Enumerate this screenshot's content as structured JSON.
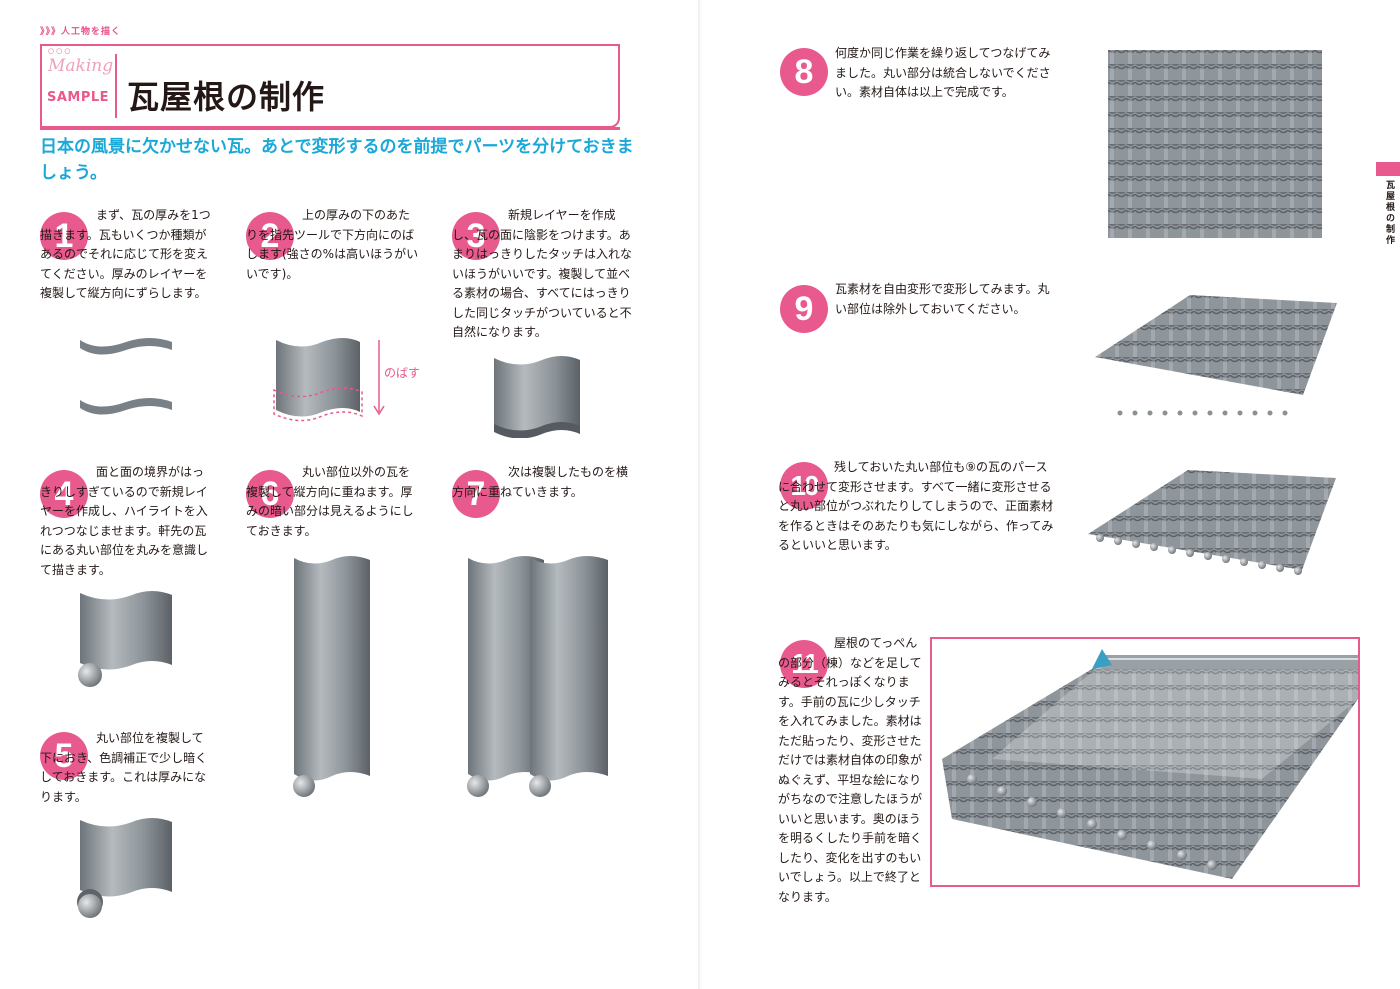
{
  "section_label": "》》》人工物を描く",
  "header": {
    "making": "Making",
    "sample": "SAMPLE",
    "title": "瓦屋根の制作"
  },
  "intro": "日本の風景に欠かせない瓦。あとで変形するのを前提でパーツを分けておきましょう。",
  "side_tab": "瓦屋根の制作",
  "stretch_label": "のばす",
  "steps": [
    {
      "num": "1",
      "text": "まず、瓦の厚みを1つ描きます。瓦もいくつか種類があるのでそれに応じて形を変えてください。厚みのレイヤーを複製して縦方向にずらします。"
    },
    {
      "num": "2",
      "text": "上の厚みの下のあたりを指先ツールで下方向にのばします(強さの%は高いほうがいいです)。"
    },
    {
      "num": "3",
      "text": "新規レイヤーを作成し、瓦の面に陰影をつけます。あまりはっきりしたタッチは入れないほうがいいです。複製して並べる素材の場合、すべてにはっきりした同じタッチがついていると不自然になります。"
    },
    {
      "num": "4",
      "text": "面と面の境界がはっきりしすぎているので新規レイヤーを作成し、ハイライトを入れつつなじませます。軒先の瓦にある丸い部位を丸みを意識して描きます。"
    },
    {
      "num": "5",
      "text": "丸い部位を複製して下におき、色調補正で少し暗くしておきます。これは厚みになります。"
    },
    {
      "num": "6",
      "text": "丸い部位以外の瓦を複製して縦方向に重ねます。厚みの暗い部分は見えるようにしておきます。"
    },
    {
      "num": "7",
      "text": "次は複製したものを横方向に重ねていきます。"
    },
    {
      "num": "8",
      "text": "何度か同じ作業を繰り返してつなげてみました。丸い部分は統合しないでください。素材自体は以上で完成です。"
    },
    {
      "num": "9",
      "text": "瓦素材を自由変形で変形してみます。丸い部位は除外しておいてください。"
    },
    {
      "num": "10",
      "text": "残しておいた丸い部位も⑨の瓦のパースに合わせて変形させます。すべて一緒に変形させると丸い部位がつぶれたりしてしまうので、正面素材を作るときはそのあたりも気にしながら、作ってみるといいと思います。"
    },
    {
      "num": "11",
      "text": "屋根のてっぺんの部分（棟）などを足してみるとそれっぽくなります。手前の瓦に少しタッチを入れてみました。素材はただ貼ったり、変形させただけでは素材自体の印象がぬぐえず、平坦な絵になりがちなので注意したほうがいいと思います。奥のほうを明るくしたり手前を暗くしたり、変化を出すのもいいでしょう。以上で終了となります。"
    }
  ],
  "colors": {
    "accent": "#e85a8e",
    "intro": "#1aa8d8",
    "tile": "#8a9196"
  }
}
